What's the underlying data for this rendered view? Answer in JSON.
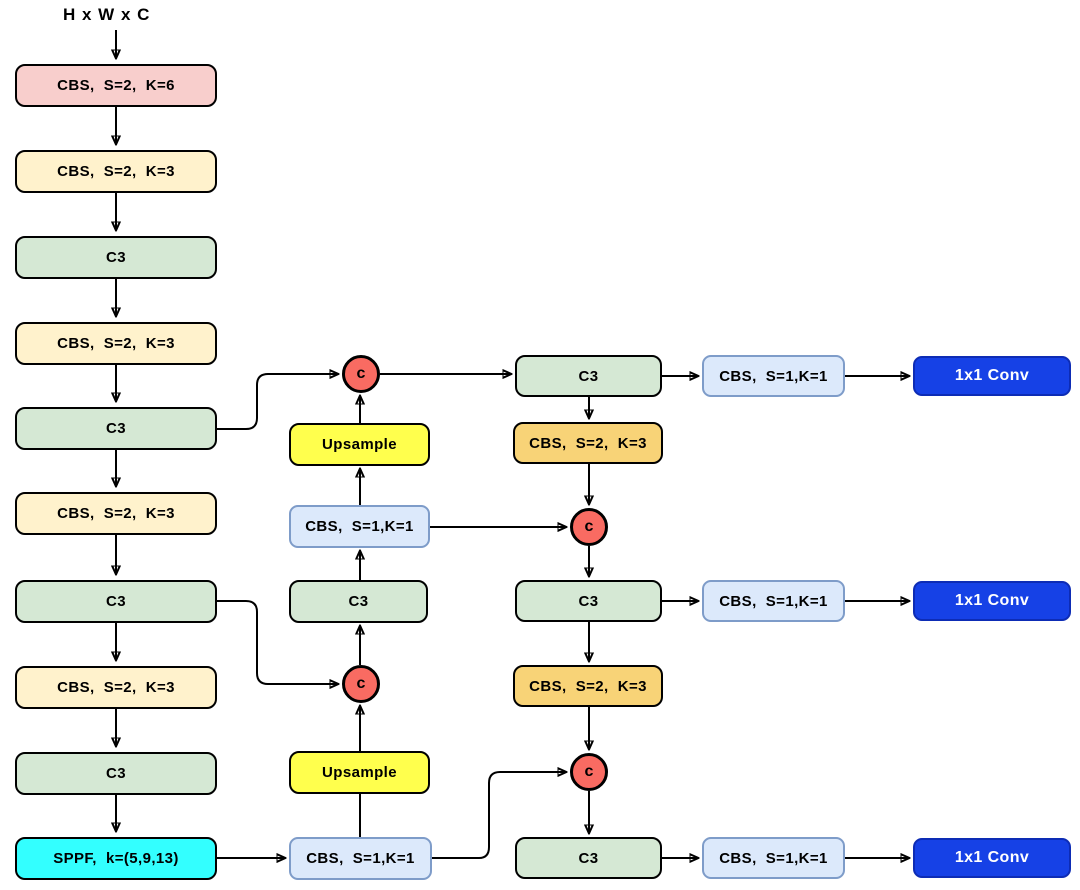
{
  "input_label": "H x W x C",
  "concat_label": "c",
  "backbone": [
    {
      "label": "CBS,  S=2,  K=6"
    },
    {
      "label": "CBS,  S=2,  K=3"
    },
    {
      "label": "C3"
    },
    {
      "label": "CBS,  S=2,  K=3"
    },
    {
      "label": "C3"
    },
    {
      "label": "CBS,  S=2,  K=3"
    },
    {
      "label": "C3"
    },
    {
      "label": "CBS,  S=2,  K=3"
    },
    {
      "label": "C3"
    },
    {
      "label": "SPPF,  k=(5,9,13)"
    }
  ],
  "neck": {
    "cbs_after_sppf": "CBS,  S=1,K=1",
    "upsample_low": "Upsample",
    "c3_mid": "C3",
    "cbs_mid": "CBS,  S=1,K=1",
    "upsample_high": "Upsample"
  },
  "head": {
    "c3_p3": "C3",
    "cbs_down_p3": "CBS,  S=2,  K=3",
    "c3_p4": "C3",
    "cbs_down_p4": "CBS,  S=2,  K=3",
    "c3_p5": "C3",
    "cbs_out_p3": "CBS,  S=1,K=1",
    "cbs_out_p4": "CBS,  S=1,K=1",
    "cbs_out_p5": "CBS,  S=1,K=1",
    "conv_out_p3": "1x1 Conv",
    "conv_out_p4": "1x1 Conv",
    "conv_out_p5": "1x1 Conv"
  },
  "colors": {
    "pink": "#F8CECC",
    "cream": "#FFF2CC",
    "green": "#D5E8D4",
    "cyan": "#33FFFF",
    "yellow": "#FFFF4D",
    "blue_fill": "#DCE9FB",
    "blue_border": "#7E9CC9",
    "orange": "#F8D377",
    "red": "#F96B62",
    "conv_fill": "#1641E6",
    "conv_border": "#0D2CB5",
    "ink": "#000000"
  }
}
